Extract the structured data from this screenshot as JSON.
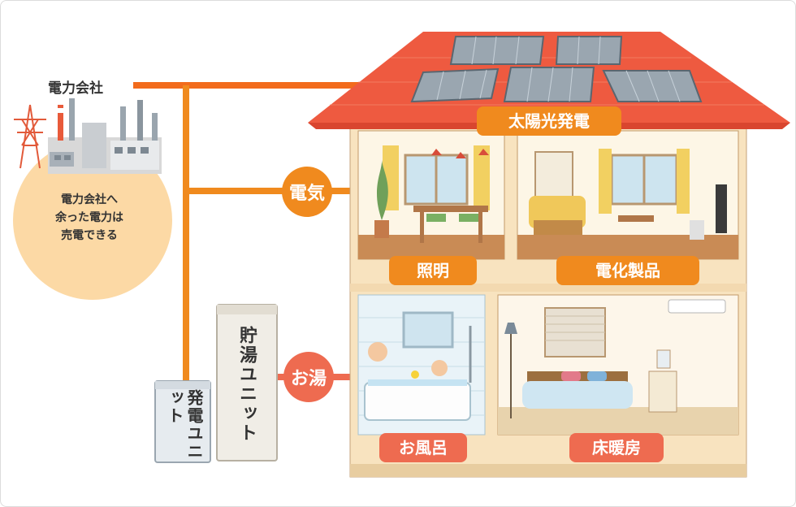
{
  "company": {
    "name": "電力会社",
    "bubble_lines": [
      "電力会社へ",
      "余った電力は",
      "売電できる"
    ]
  },
  "flows": {
    "electricity": "電気",
    "hot_water": "お湯"
  },
  "roof": {
    "solar_label": "太陽光発電"
  },
  "rooms": {
    "lighting": "照明",
    "appliances": "電化製品",
    "bath": "お風呂",
    "floor_heating": "床暖房"
  },
  "units": {
    "storage": "貯湯ユニット",
    "generator": "発電ユニット"
  },
  "colors": {
    "electric_line": "#f08a1e",
    "grid_line": "#f26b1c",
    "water_line": "#ee6b50",
    "roof": "#ee5a40",
    "bubble": "#fcd9a5"
  }
}
